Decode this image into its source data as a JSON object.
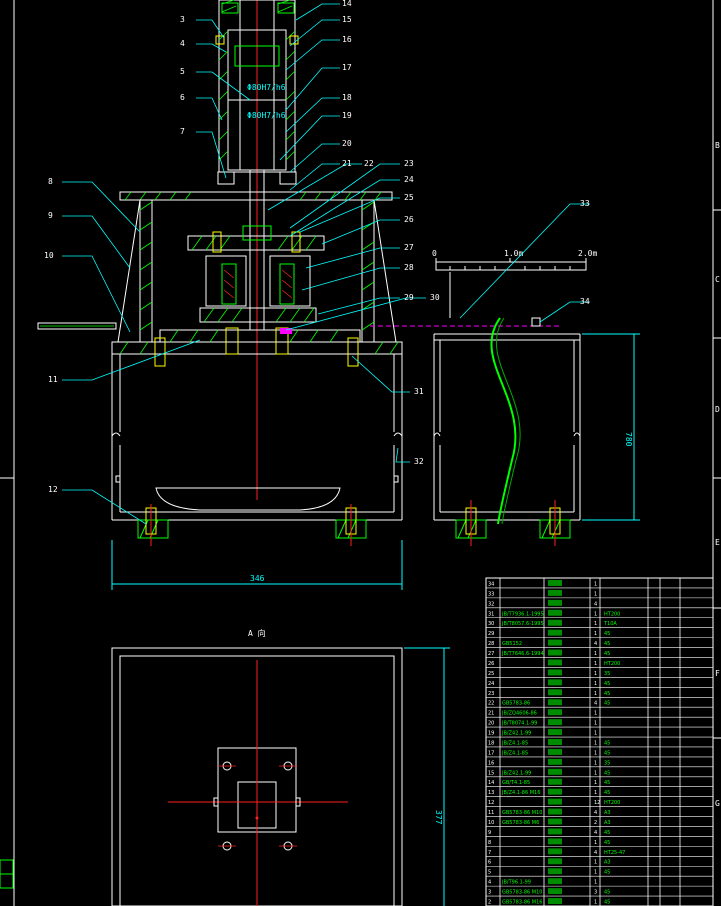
{
  "colors": {
    "background": "#000000",
    "outline": "#ffffff",
    "leader": "#00ffff",
    "hatch": "#00ff00",
    "center": "#ff2020",
    "dashed": "#ff00ff",
    "bolt": "#ffff00"
  },
  "callouts": [
    "3",
    "4",
    "5",
    "6",
    "7",
    "8",
    "9",
    "10",
    "11",
    "12",
    "14",
    "15",
    "16",
    "17",
    "18",
    "19",
    "20",
    "21",
    "22",
    "23",
    "24",
    "25",
    "26",
    "27",
    "28",
    "29",
    "30",
    "31",
    "32",
    "33",
    "34"
  ],
  "fits": [
    "Φ80H7/h6",
    "Φ80H7/h6"
  ],
  "dimensions": {
    "width": "346",
    "height_side": "780",
    "height_view": "377"
  },
  "scale": {
    "mark_1": "1.0m",
    "mark_2": "2.0m"
  },
  "view_a_title": "A 向",
  "frame_letters": [
    "B",
    "C",
    "D",
    "E",
    "F",
    "G"
  ],
  "bom": {
    "rows": [
      {
        "no": "34",
        "code": "",
        "qty": "1",
        "mat": ""
      },
      {
        "no": "33",
        "code": "",
        "qty": "1",
        "mat": ""
      },
      {
        "no": "32",
        "code": "",
        "qty": "4",
        "mat": ""
      },
      {
        "no": "31",
        "code": "JB/T7936.1-1995",
        "qty": "1",
        "mat": "HT200"
      },
      {
        "no": "30",
        "code": "JB/T8057.6-1995",
        "qty": "1",
        "mat": "T10A"
      },
      {
        "no": "29",
        "code": "",
        "qty": "1",
        "mat": "45"
      },
      {
        "no": "28",
        "code": "GB5152",
        "qty": "4",
        "mat": "45"
      },
      {
        "no": "27",
        "code": "JB/T7646.6-1994",
        "qty": "1",
        "mat": "45"
      },
      {
        "no": "26",
        "code": "",
        "qty": "1",
        "mat": "HT200"
      },
      {
        "no": "25",
        "code": "",
        "qty": "1",
        "mat": "35"
      },
      {
        "no": "24",
        "code": "",
        "qty": "1",
        "mat": "45"
      },
      {
        "no": "23",
        "code": "",
        "qty": "1",
        "mat": "45"
      },
      {
        "no": "22",
        "code": "GB5783-86",
        "qty": "4",
        "mat": "45"
      },
      {
        "no": "21",
        "code": "JB/ZQ4606-86",
        "qty": "1",
        "mat": ""
      },
      {
        "no": "20",
        "code": "JB/T8074.1-99",
        "qty": "1",
        "mat": ""
      },
      {
        "no": "19",
        "code": "JB/Z42.1-99",
        "qty": "1",
        "mat": ""
      },
      {
        "no": "18",
        "code": "JB/Z4.1-85",
        "qty": "1",
        "mat": "45"
      },
      {
        "no": "17",
        "code": "JB/Z4.1-85",
        "qty": "1",
        "mat": "45"
      },
      {
        "no": "16",
        "code": "",
        "qty": "1",
        "mat": "35"
      },
      {
        "no": "15",
        "code": "JB/Z42.1-99",
        "qty": "1",
        "mat": "45"
      },
      {
        "no": "14",
        "code": "GB/T4.1-85",
        "qty": "1",
        "mat": "45"
      },
      {
        "no": "13",
        "code": "JB/Z4.1-86 M16",
        "qty": "1",
        "mat": "45"
      },
      {
        "no": "12",
        "code": "",
        "qty": "12",
        "mat": "HT200"
      },
      {
        "no": "11",
        "code": "GB5783-86 M10",
        "qty": "4",
        "mat": "A3"
      },
      {
        "no": "10",
        "code": "GB5783-86 M6",
        "qty": "2",
        "mat": "A3"
      },
      {
        "no": "9",
        "code": "",
        "qty": "4",
        "mat": "45"
      },
      {
        "no": "8",
        "code": "",
        "qty": "1",
        "mat": "45"
      },
      {
        "no": "7",
        "code": "",
        "qty": "4",
        "mat": "HT25-47"
      },
      {
        "no": "6",
        "code": "",
        "qty": "1",
        "mat": "A3"
      },
      {
        "no": "5",
        "code": "",
        "qty": "1",
        "mat": "45"
      },
      {
        "no": "4",
        "code": "JB/T96.1-99",
        "qty": "1",
        "mat": ""
      },
      {
        "no": "3",
        "code": "GB5783-86 M10",
        "qty": "3",
        "mat": "45"
      },
      {
        "no": "2",
        "code": "GB5783-86 M16",
        "qty": "1",
        "mat": "45"
      }
    ]
  }
}
